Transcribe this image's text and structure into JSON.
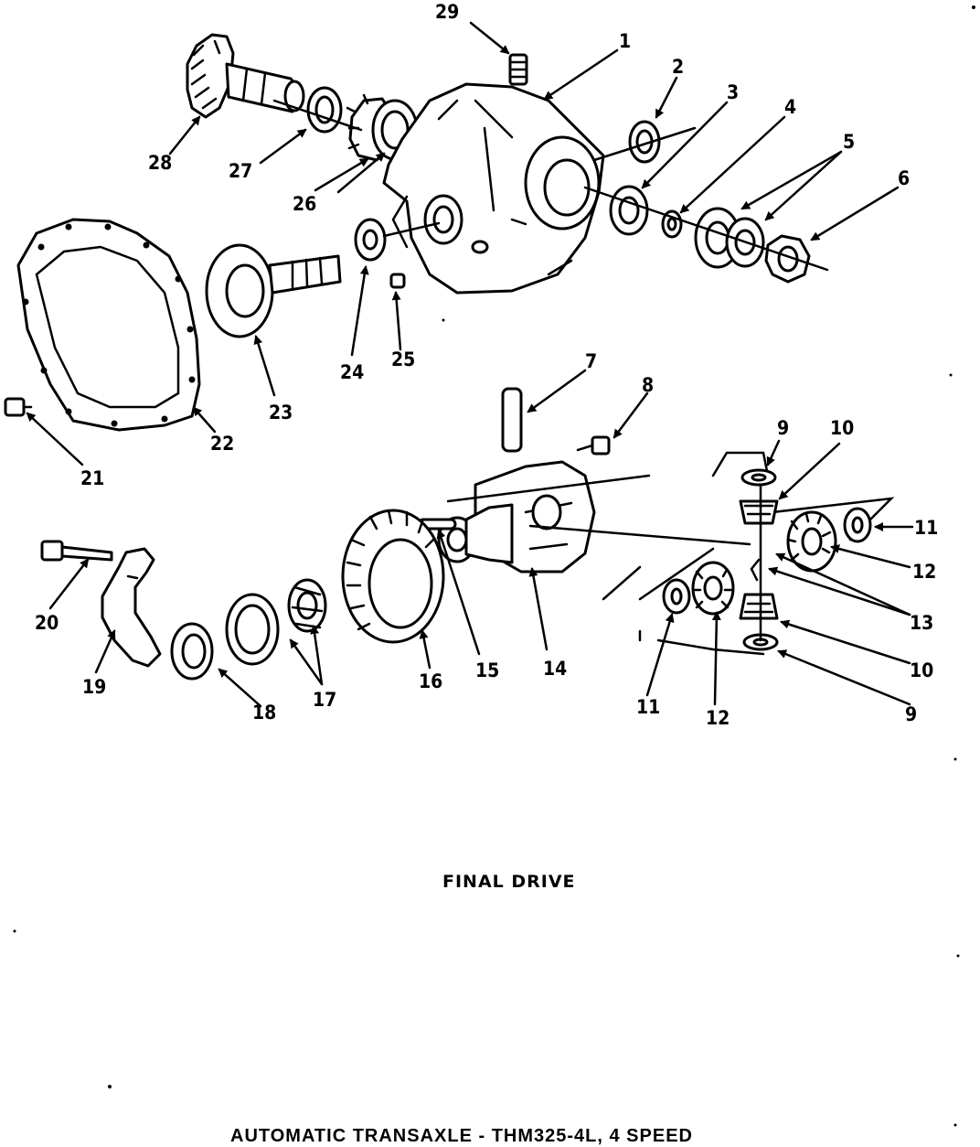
{
  "diagram": {
    "caption": "FINAL DRIVE",
    "footer": "AUTOMATIC TRANSAXLE - THM325-4L, 4 SPEED",
    "callouts": {
      "c1": "1",
      "c2": "2",
      "c3": "3",
      "c4": "4",
      "c5": "5",
      "c6": "6",
      "c7": "7",
      "c8": "8",
      "c9a": "9",
      "c9b": "9",
      "c10a": "10",
      "c10b": "10",
      "c11a": "11",
      "c11b": "11",
      "c12a": "12",
      "c12b": "12",
      "c13": "13",
      "c14": "14",
      "c15": "15",
      "c16": "16",
      "c17": "17",
      "c18": "18",
      "c19": "19",
      "c20": "20",
      "c21": "21",
      "c22": "22",
      "c23": "23",
      "c24": "24",
      "c25": "25",
      "c26": "26",
      "c27": "27",
      "c28": "28",
      "c29": "29"
    }
  }
}
